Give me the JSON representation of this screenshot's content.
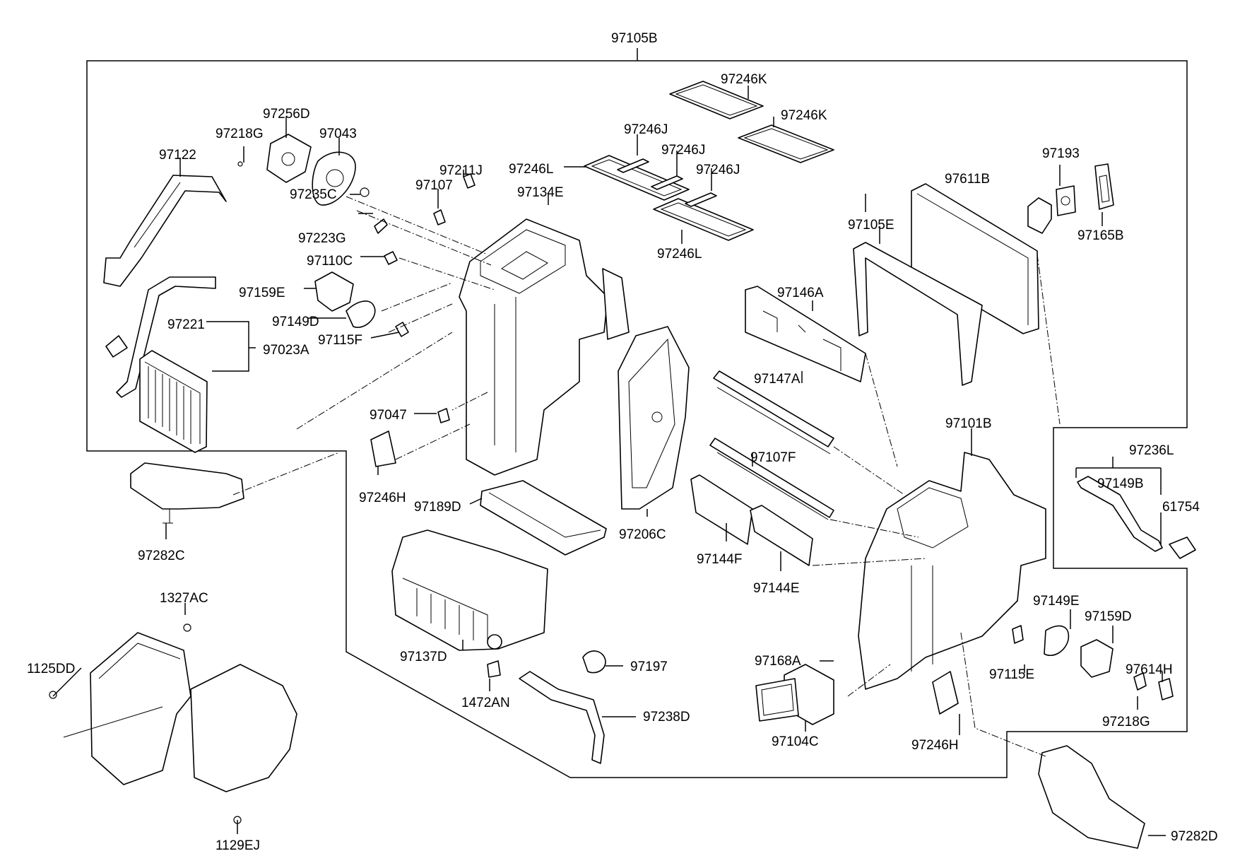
{
  "labels": {
    "97105B": "97105B",
    "97246K_a": "97246K",
    "97246K_b": "97246K",
    "97256D": "97256D",
    "97218G_a": "97218G",
    "97043": "97043",
    "97122": "97122",
    "97246J_a": "97246J",
    "97246J_b": "97246J",
    "97246J_c": "97246J",
    "97246L_a": "97246L",
    "97246L_b": "97246L",
    "97211J": "97211J",
    "97107": "97107",
    "97134E": "97134E",
    "97193": "97193",
    "97611B": "97611B",
    "97165B": "97165B",
    "97105E": "97105E",
    "97235C": "97235C",
    "97223G": "97223G",
    "97110C": "97110C",
    "97159E": "97159E",
    "97149D": "97149D",
    "97115F": "97115F",
    "97221": "97221",
    "97023A": "97023A",
    "97146A": "97146A",
    "97147A": "97147A",
    "97047": "97047",
    "97101B": "97101B",
    "97236L": "97236L",
    "97149B": "97149B",
    "61754": "61754",
    "97107F": "97107F",
    "97246H_a": "97246H",
    "97189D": "97189D",
    "97206C": "97206C",
    "97282C": "97282C",
    "97144F": "97144F",
    "97144E": "97144E",
    "1327AC": "1327AC",
    "97149E": "97149E",
    "97159D": "97159D",
    "97168A": "97168A",
    "97137D": "97137D",
    "97197": "97197",
    "1125DD": "1125DD",
    "97115E": "97115E",
    "97614H": "97614H",
    "1472AN": "1472AN",
    "97238D": "97238D",
    "97218G_b": "97218G",
    "97104C": "97104C",
    "97246H_b": "97246H",
    "1129EJ": "1129EJ",
    "97282D": "97282D"
  }
}
